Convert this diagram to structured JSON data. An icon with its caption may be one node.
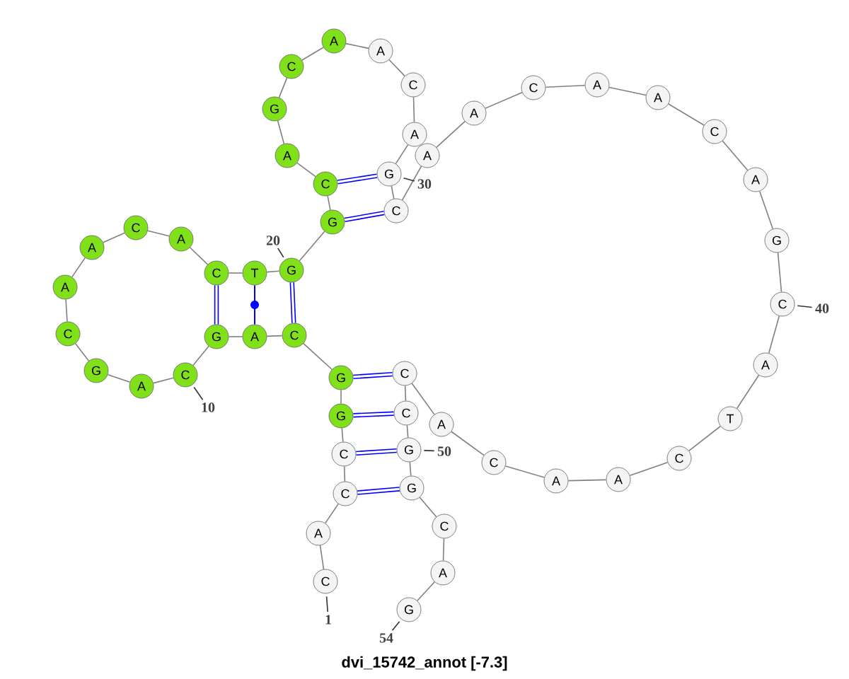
{
  "diagram": {
    "title": "dvi_15742_annot [-7.3]",
    "nodes": [
      {
        "text": [
          "C"
        ]
      },
      {
        "text": [
          "A"
        ]
      },
      {
        "text": [
          "C"
        ]
      },
      {
        "text": [
          "C"
        ]
      },
      {
        "text": [
          "G"
        ]
      },
      {
        "text": [
          "G"
        ]
      },
      {
        "text": [
          "C"
        ]
      },
      {
        "text": [
          "A"
        ]
      },
      {
        "text": [
          "G"
        ]
      },
      {
        "text": [
          "C"
        ]
      },
      {
        "text": [
          "A"
        ]
      },
      {
        "text": [
          "G"
        ]
      },
      {
        "text": [
          "C"
        ]
      },
      {
        "text": [
          "A"
        ]
      },
      {
        "text": [
          "A"
        ]
      },
      {
        "text": [
          "C"
        ]
      },
      {
        "text": [
          "A"
        ]
      },
      {
        "text": [
          "C"
        ]
      },
      {
        "text": [
          "T"
        ]
      },
      {
        "text": [
          "G"
        ]
      },
      {
        "text": [
          "G"
        ]
      },
      {
        "text": [
          "C"
        ]
      },
      {
        "text": [
          "A"
        ]
      },
      {
        "text": [
          "G"
        ]
      },
      {
        "text": [
          "C"
        ]
      },
      {
        "text": [
          "A"
        ]
      },
      {
        "text": [
          "A"
        ]
      },
      {
        "text": [
          "C"
        ]
      },
      {
        "text": [
          "A"
        ]
      },
      {
        "text": [
          "G"
        ]
      },
      {
        "text": [
          "C"
        ]
      },
      {
        "text": [
          "A"
        ]
      },
      {
        "text": [
          "A"
        ]
      },
      {
        "text": [
          "C"
        ]
      },
      {
        "text": [
          "A"
        ]
      },
      {
        "text": [
          "A"
        ]
      },
      {
        "text": [
          "C"
        ]
      },
      {
        "text": [
          "A"
        ]
      },
      {
        "text": [
          "G"
        ]
      },
      {
        "text": [
          "C"
        ]
      },
      {
        "text": [
          "A"
        ]
      },
      {
        "text": [
          "T"
        ]
      },
      {
        "text": [
          "C"
        ]
      },
      {
        "text": [
          "A"
        ]
      },
      {
        "text": [
          "A"
        ]
      },
      {
        "text": [
          "C"
        ]
      },
      {
        "text": [
          "A"
        ]
      },
      {
        "text": [
          "C"
        ]
      },
      {
        "text": [
          "C"
        ]
      },
      {
        "text": [
          "G"
        ]
      },
      {
        "text": [
          "G"
        ]
      },
      {
        "text": [
          "C"
        ]
      },
      {
        "text": [
          "A"
        ]
      },
      {
        "text": [
          "G"
        ]
      },
      {
        "text": [
          "1"
        ]
      },
      {
        "text": [
          "10"
        ]
      },
      {
        "text": [
          "20"
        ]
      },
      {
        "text": [
          "30"
        ]
      },
      {
        "text": [
          "40"
        ]
      },
      {
        "text": [
          "50"
        ]
      },
      {
        "text": [
          "54"
        ]
      }
    ],
    "edges": [
      {
        "from": 0,
        "to": 1,
        "arrow": "none"
      },
      {
        "from": 1,
        "to": 2,
        "arrow": "none"
      },
      {
        "from": 2,
        "to": 3,
        "arrow": "none"
      },
      {
        "from": 3,
        "to": 4,
        "arrow": "none"
      },
      {
        "from": 4,
        "to": 5,
        "arrow": "none"
      },
      {
        "from": 5,
        "to": 6,
        "arrow": "none"
      },
      {
        "from": 6,
        "to": 7,
        "arrow": "none"
      },
      {
        "from": 7,
        "to": 8,
        "arrow": "none"
      },
      {
        "from": 8,
        "to": 9,
        "arrow": "none"
      },
      {
        "from": 9,
        "to": 10,
        "arrow": "none"
      },
      {
        "from": 10,
        "to": 11,
        "arrow": "none"
      },
      {
        "from": 11,
        "to": 12,
        "arrow": "none"
      },
      {
        "from": 12,
        "to": 13,
        "arrow": "none"
      },
      {
        "from": 13,
        "to": 14,
        "arrow": "none"
      },
      {
        "from": 14,
        "to": 15,
        "arrow": "none"
      },
      {
        "from": 15,
        "to": 16,
        "arrow": "none"
      },
      {
        "from": 16,
        "to": 17,
        "arrow": "none"
      },
      {
        "from": 17,
        "to": 18,
        "arrow": "none"
      },
      {
        "from": 18,
        "to": 19,
        "arrow": "none"
      },
      {
        "from": 19,
        "to": 20,
        "arrow": "none"
      },
      {
        "from": 20,
        "to": 21,
        "arrow": "none"
      },
      {
        "from": 21,
        "to": 22,
        "arrow": "none"
      },
      {
        "from": 22,
        "to": 23,
        "arrow": "none"
      },
      {
        "from": 23,
        "to": 24,
        "arrow": "none"
      },
      {
        "from": 24,
        "to": 25,
        "arrow": "none"
      },
      {
        "from": 25,
        "to": 26,
        "arrow": "none"
      },
      {
        "from": 26,
        "to": 27,
        "arrow": "none"
      },
      {
        "from": 27,
        "to": 28,
        "arrow": "none"
      },
      {
        "from": 28,
        "to": 29,
        "arrow": "none"
      },
      {
        "from": 29,
        "to": 30,
        "arrow": "none"
      },
      {
        "from": 30,
        "to": 31,
        "arrow": "none"
      },
      {
        "from": 31,
        "to": 32,
        "arrow": "none"
      },
      {
        "from": 32,
        "to": 33,
        "arrow": "none"
      },
      {
        "from": 33,
        "to": 34,
        "arrow": "none"
      },
      {
        "from": 34,
        "to": 35,
        "arrow": "none"
      },
      {
        "from": 35,
        "to": 36,
        "arrow": "none"
      },
      {
        "from": 36,
        "to": 37,
        "arrow": "none"
      },
      {
        "from": 37,
        "to": 38,
        "arrow": "none"
      },
      {
        "from": 38,
        "to": 39,
        "arrow": "none"
      },
      {
        "from": 39,
        "to": 40,
        "arrow": "none"
      },
      {
        "from": 40,
        "to": 41,
        "arrow": "none"
      },
      {
        "from": 41,
        "to": 42,
        "arrow": "none"
      },
      {
        "from": 42,
        "to": 43,
        "arrow": "none"
      },
      {
        "from": 43,
        "to": 44,
        "arrow": "none"
      },
      {
        "from": 44,
        "to": 45,
        "arrow": "none"
      },
      {
        "from": 45,
        "to": 46,
        "arrow": "none"
      },
      {
        "from": 46,
        "to": 47,
        "arrow": "none"
      },
      {
        "from": 47,
        "to": 48,
        "arrow": "none"
      },
      {
        "from": 48,
        "to": 49,
        "arrow": "none"
      },
      {
        "from": 49,
        "to": 50,
        "arrow": "none"
      },
      {
        "from": 50,
        "to": 51,
        "arrow": "none"
      },
      {
        "from": 51,
        "to": 52,
        "arrow": "none"
      },
      {
        "from": 52,
        "to": 53,
        "arrow": "none"
      },
      {
        "from": 2,
        "to": 50,
        "arrow": "none",
        "style": "thick",
        "color": "#0000ff"
      },
      {
        "from": 3,
        "to": 49,
        "arrow": "none",
        "style": "thick",
        "color": "#0000ff"
      },
      {
        "from": 4,
        "to": 48,
        "arrow": "none",
        "style": "thick",
        "color": "#0000ff"
      },
      {
        "from": 5,
        "to": 47,
        "arrow": "none",
        "style": "thick",
        "color": "#0000ff"
      },
      {
        "from": 6,
        "to": 19,
        "arrow": "none",
        "style": "thick",
        "color": "#0000ff"
      },
      {
        "from": 7,
        "to": 18,
        "arrow": "none",
        "color": "#0000ff"
      },
      {
        "from": 8,
        "to": 17,
        "arrow": "none",
        "style": "thick",
        "color": "#0000ff"
      },
      {
        "from": 20,
        "to": 30,
        "arrow": "none",
        "style": "thick",
        "color": "#0000ff"
      },
      {
        "from": 21,
        "to": 29,
        "arrow": "none",
        "style": "thick",
        "color": "#0000ff"
      },
      {
        "from": 54,
        "to": 0,
        "arrow": "none",
        "color": "#333333"
      },
      {
        "from": 55,
        "to": 9,
        "arrow": "none",
        "color": "#333333"
      },
      {
        "from": 56,
        "to": 19,
        "arrow": "none",
        "color": "#333333"
      },
      {
        "from": 57,
        "to": 29,
        "arrow": "none",
        "color": "#333333"
      },
      {
        "from": 58,
        "to": 39,
        "arrow": "none",
        "color": "#333333"
      },
      {
        "from": 59,
        "to": 49,
        "arrow": "none",
        "color": "#333333"
      },
      {
        "from": 60,
        "to": 53,
        "arrow": "none",
        "color": "#333333"
      }
    ]
  }
}
